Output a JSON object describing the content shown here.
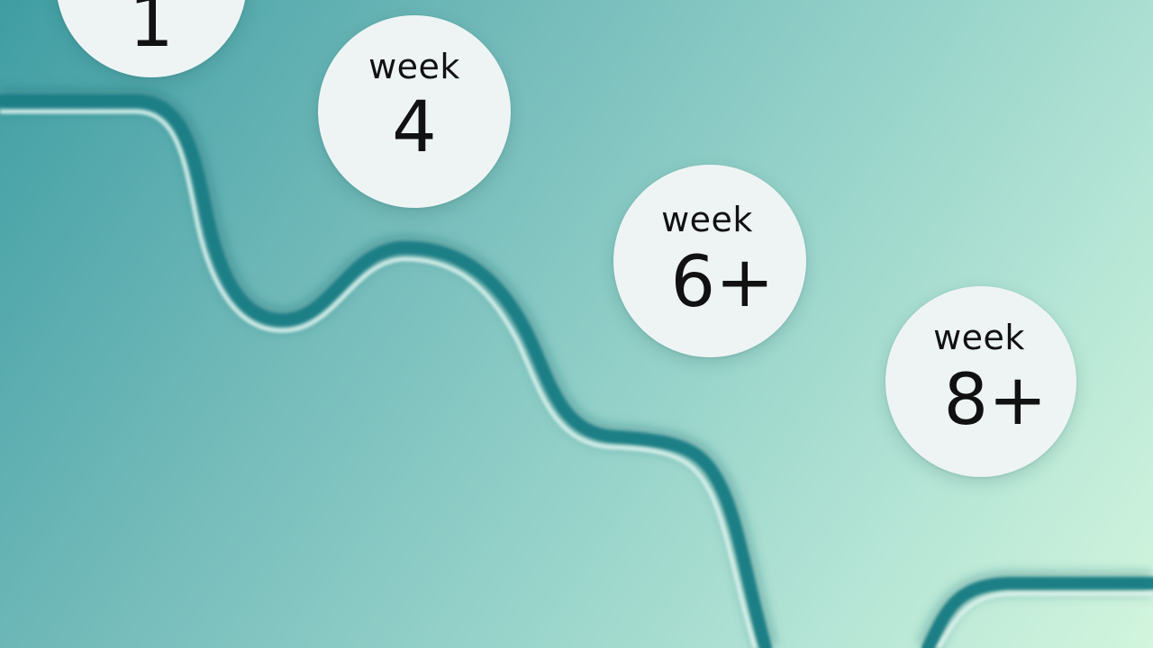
{
  "colors": {
    "background_start": "#3f9ea3",
    "background_end": "#d2f5dd",
    "badge_fill": "#eef4f4",
    "wave_dark": "#1e7f86",
    "wave_light": "#dff6f0",
    "text": "#111111"
  },
  "badges": [
    {
      "label": "",
      "value": "1"
    },
    {
      "label": "week",
      "value": "4"
    },
    {
      "label": "week",
      "value": "6+"
    },
    {
      "label": "week",
      "value": "8+"
    }
  ]
}
